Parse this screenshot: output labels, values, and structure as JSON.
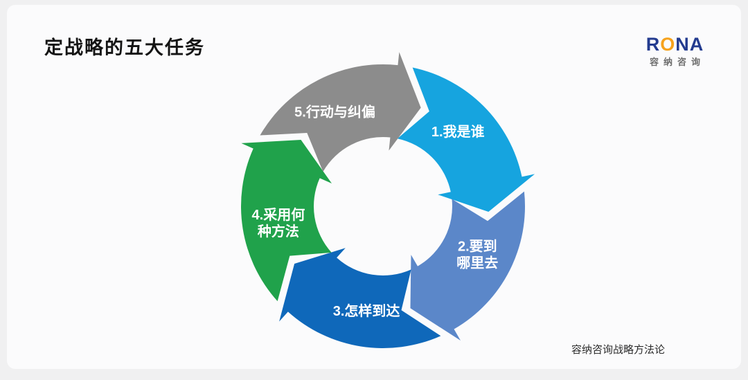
{
  "header": {
    "title": "定战略的五大任务"
  },
  "logo": {
    "letter_r": "R",
    "letter_o": "O",
    "letters_na": "NA",
    "subtitle": "容纳咨询",
    "navy": "#233b8f",
    "orange": "#f6a21c"
  },
  "footer": {
    "text": "容纳咨询战略方法论"
  },
  "chart_data": {
    "type": "cycle-diagram",
    "title": "定战略的五大任务",
    "direction": "clockwise",
    "segment_count": 5,
    "label_color": "#ffffff",
    "segments": [
      {
        "order": 1,
        "label": "1.我是谁",
        "label_lines": [
          "1.我是谁"
        ],
        "color": "#16a4df"
      },
      {
        "order": 2,
        "label": "2.要到哪里去",
        "label_lines": [
          "2.要到",
          "哪里去"
        ],
        "color": "#5b87c9"
      },
      {
        "order": 3,
        "label": "3.怎样到达",
        "label_lines": [
          "3.怎样到达"
        ],
        "color": "#0f68ba"
      },
      {
        "order": 4,
        "label": "4.采用何种方法",
        "label_lines": [
          "4.采用何",
          "种方法"
        ],
        "color": "#20a24b"
      },
      {
        "order": 5,
        "label": "5.行动与纠偏",
        "label_lines": [
          "5.行动与纠偏"
        ],
        "color": "#8c8c8c"
      }
    ]
  }
}
